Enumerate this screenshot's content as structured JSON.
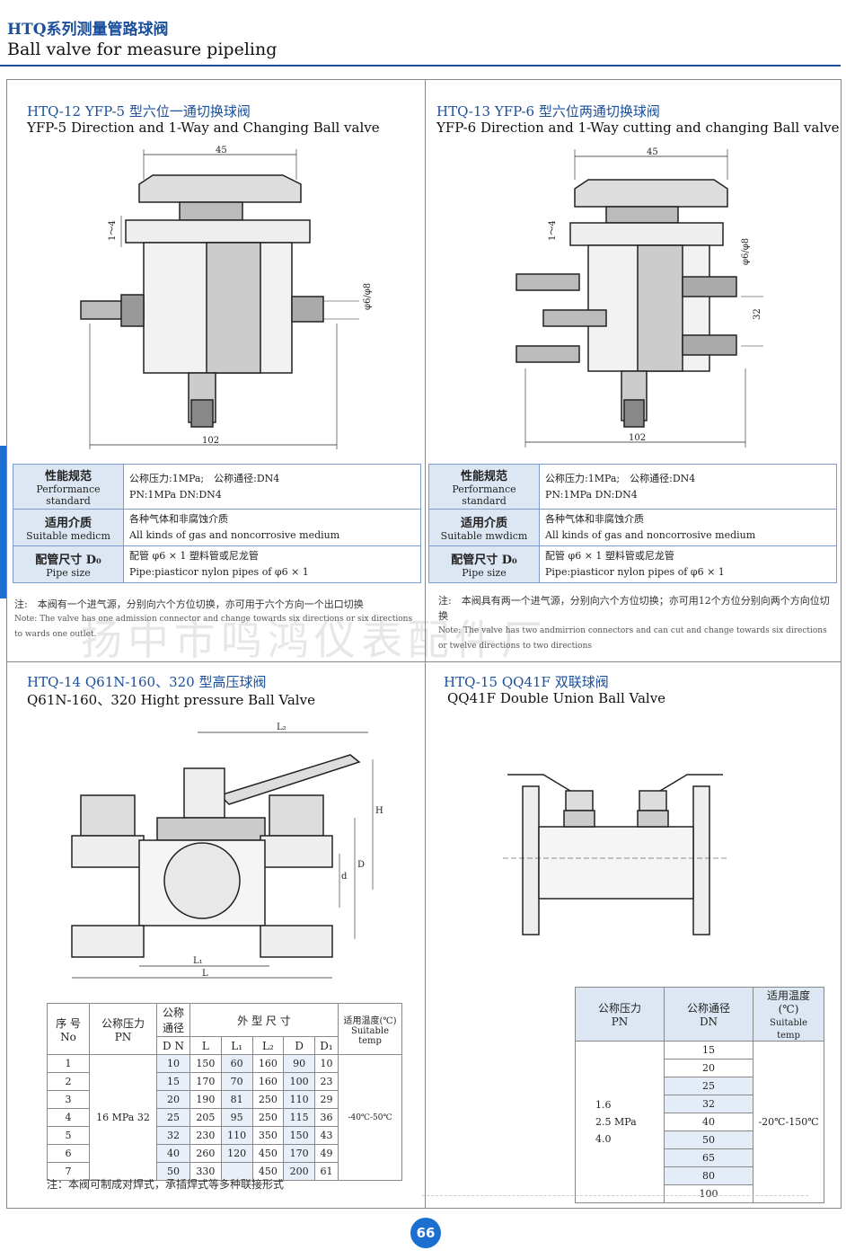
{
  "header": {
    "title_cn": "HTQ系列测量管路球阀",
    "title_en": "Ball valve for measure pipeling"
  },
  "sections": [
    {
      "title_cn": "HTQ-12 YFP-5 型六位一通切换球阀",
      "title_en": "YFP-5 Direction and 1-Way and Changing Ball valve",
      "dims": {
        "top": "45",
        "bottom": "102",
        "left": "1～4",
        "right": "φ6/φ8"
      },
      "spec": {
        "row1_cn": "性能规范",
        "row1_en": "Performance standard",
        "row1_v1": "公称压力:1MPa;　公称通径:DN4",
        "row1_v2": "PN:1MPa DN:DN4",
        "row2_cn": "适用介质",
        "row2_en": "Suitable medicm",
        "row2_v1": "各种气体和非腐蚀介质",
        "row2_v2": "All kinds of gas and noncorrosive medium",
        "row3_cn": "配管尺寸 D₀",
        "row3_en": "Pipe size",
        "row3_v1": "配管 φ6 × 1 塑料管或尼龙管",
        "row3_v2": "Pipe:piasticor nylon pipes of φ6 × 1"
      },
      "note_cn": "注:　本阀有一个进气源，分别向六个方位切换，亦可用于六个方向一个出口切换",
      "note_en": "Note: The valve has one admission connector and change towards six directions or six directions to wards one outlet."
    },
    {
      "title_cn": "HTQ-13 YFP-6 型六位两通切换球阀",
      "title_en": "YFP-6 Direction and 1-Way cutting and changing Ball valve",
      "dims": {
        "top": "45",
        "bottom": "102",
        "left": "1～4",
        "right": "φ6/φ8",
        "right2": "32"
      },
      "spec": {
        "row1_cn": "性能规范",
        "row1_en": "Performance standard",
        "row1_v1": "公称压力:1MPa;　公称通径:DN4",
        "row1_v2": "PN:1MPa DN:DN4",
        "row2_cn": "适用介质",
        "row2_en": "Suitable mwdicm",
        "row2_v1": "各种气体和非腐蚀介质",
        "row2_v2": "All kinds of gas and noncorrosive medium",
        "row3_cn": "配管尺寸 D₀",
        "row3_en": "Pipe size",
        "row3_v1": "配管 φ6 × 1 塑料管或尼龙管",
        "row3_v2": "Pipe:piasticor nylon pipes of φ6 × 1"
      },
      "note_cn": "注:　本阀具有两一个进气源，分别向六个方位切换；亦可用12个方位分别向两个方向位切换",
      "note_en": "Note: The valve has two andmirrion connectors and can cut and change towards six directions or twelve directions to two directions"
    },
    {
      "title_cn": "HTQ-14 Q61N-160、320 型高压球阀",
      "title_en": "Q61N-160、320 Hight pressure Ball Valve",
      "dims": {
        "top": "L₂",
        "right": "H",
        "mid1": "D",
        "mid2": "d",
        "bot1": "L₁",
        "bot2": "L"
      },
      "table": {
        "h_no_cn": "序 号",
        "h_no_en": "No",
        "h_pn_cn": "公称压力",
        "h_pn_en": "PN",
        "h_dn_cn": "公称通径",
        "h_dn_en": "D N",
        "h_dims": "外 型 尺 寸",
        "h_temp_cn": "适用温度(℃)",
        "h_temp_en": "Suitable temp",
        "cols": [
          "L",
          "L₁",
          "L₂",
          "D",
          "D₁"
        ],
        "pn": "16 MPa 32",
        "temp": "-40℃-50℃",
        "rows": [
          {
            "no": "1",
            "dn": "10",
            "L": "150",
            "L1": "60",
            "L2": "160",
            "D": "90",
            "D1": "10"
          },
          {
            "no": "2",
            "dn": "15",
            "L": "170",
            "L1": "70",
            "L2": "160",
            "D": "100",
            "D1": "23"
          },
          {
            "no": "3",
            "dn": "20",
            "L": "190",
            "L1": "81",
            "L2": "250",
            "D": "110",
            "D1": "29"
          },
          {
            "no": "4",
            "dn": "25",
            "L": "205",
            "L1": "95",
            "L2": "250",
            "D": "115",
            "D1": "36"
          },
          {
            "no": "5",
            "dn": "32",
            "L": "230",
            "L1": "110",
            "L2": "350",
            "D": "150",
            "D1": "43"
          },
          {
            "no": "6",
            "dn": "40",
            "L": "260",
            "L1": "120",
            "L2": "450",
            "D": "170",
            "D1": "49"
          },
          {
            "no": "7",
            "dn": "50",
            "L": "330",
            "L1": "",
            "L2": "450",
            "D": "200",
            "D1": "61"
          }
        ]
      },
      "note_cn": "注：本阀可制成对焊式，承插焊式等多种联接形式"
    },
    {
      "title_cn": "HTQ-15 QQ41F 双联球阀",
      "title_en": "QQ41F Double Union Ball Valve",
      "table": {
        "h_pn_cn": "公称压力",
        "h_pn_en": "PN",
        "h_dn_cn": "公称通径",
        "h_dn_en": "DN",
        "h_temp_cn": "适用温度(℃)",
        "h_temp_en": "Suitable temp",
        "pn1": "1.6",
        "pn2": "2.5 MPa",
        "pn3": "4.0",
        "temp": "-20℃-150℃",
        "dn": [
          "15",
          "20",
          "25",
          "32",
          "40",
          "50",
          "65",
          "80",
          "100"
        ]
      }
    }
  ],
  "watermark": "扬中市鸣鸿仪表配件厂",
  "page_number": "66"
}
